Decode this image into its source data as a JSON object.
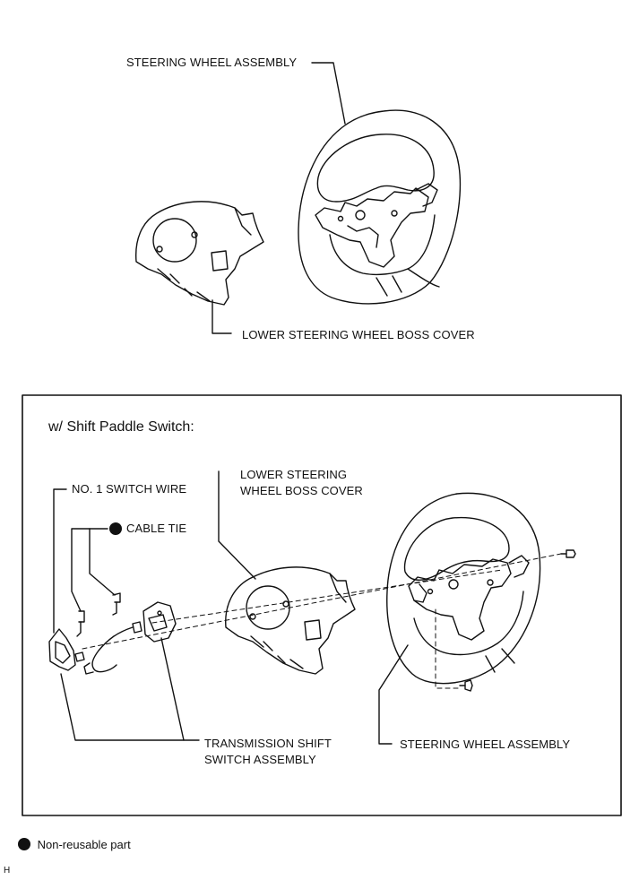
{
  "top": {
    "steering_wheel_label": "STEERING WHEEL ASSEMBLY",
    "boss_cover_label": "LOWER STEERING WHEEL BOSS COVER"
  },
  "panel": {
    "title": "w/ Shift Paddle Switch:",
    "switch_wire_label": "NO. 1 SWITCH WIRE",
    "cable_tie_label": "CABLE TIE",
    "boss_cover_label_line1": "LOWER STEERING",
    "boss_cover_label_line2": "WHEEL BOSS COVER",
    "shift_switch_label_line1": "TRANSMISSION SHIFT",
    "shift_switch_label_line2": "SWITCH ASSEMBLY",
    "steering_wheel_label": "STEERING WHEEL ASSEMBLY"
  },
  "legend": {
    "non_reusable_label": "Non-reusable part"
  },
  "page_marker": "H"
}
